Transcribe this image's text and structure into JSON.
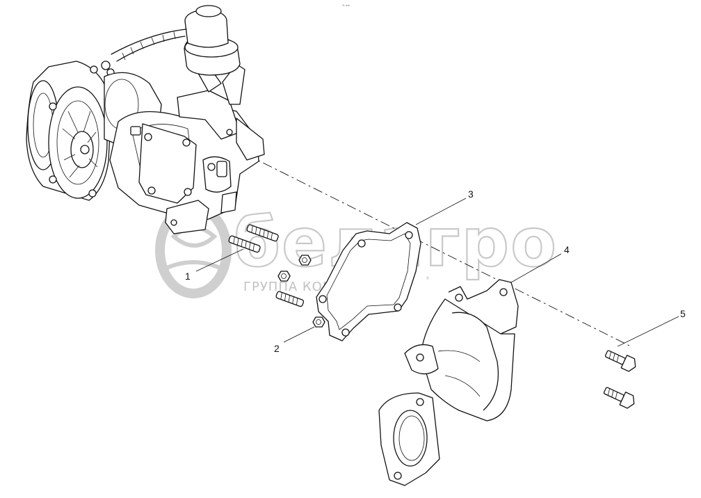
{
  "header_mark": "⁰₀ ∞∞",
  "watermark": {
    "brand": "белагро",
    "tagline": "ГРУППА КОМПАНИЙ",
    "registered": "®"
  },
  "callouts": [
    {
      "id": "1",
      "label": "1",
      "part": "stud"
    },
    {
      "id": "2",
      "label": "2",
      "part": "nut"
    },
    {
      "id": "3",
      "label": "3",
      "part": "gasket"
    },
    {
      "id": "4",
      "label": "4",
      "part": "exhaust elbow"
    },
    {
      "id": "5",
      "label": "5",
      "part": "bolt"
    }
  ],
  "colors": {
    "line": "#111111",
    "watermark": "#c9c9c9",
    "background": "#ffffff"
  }
}
